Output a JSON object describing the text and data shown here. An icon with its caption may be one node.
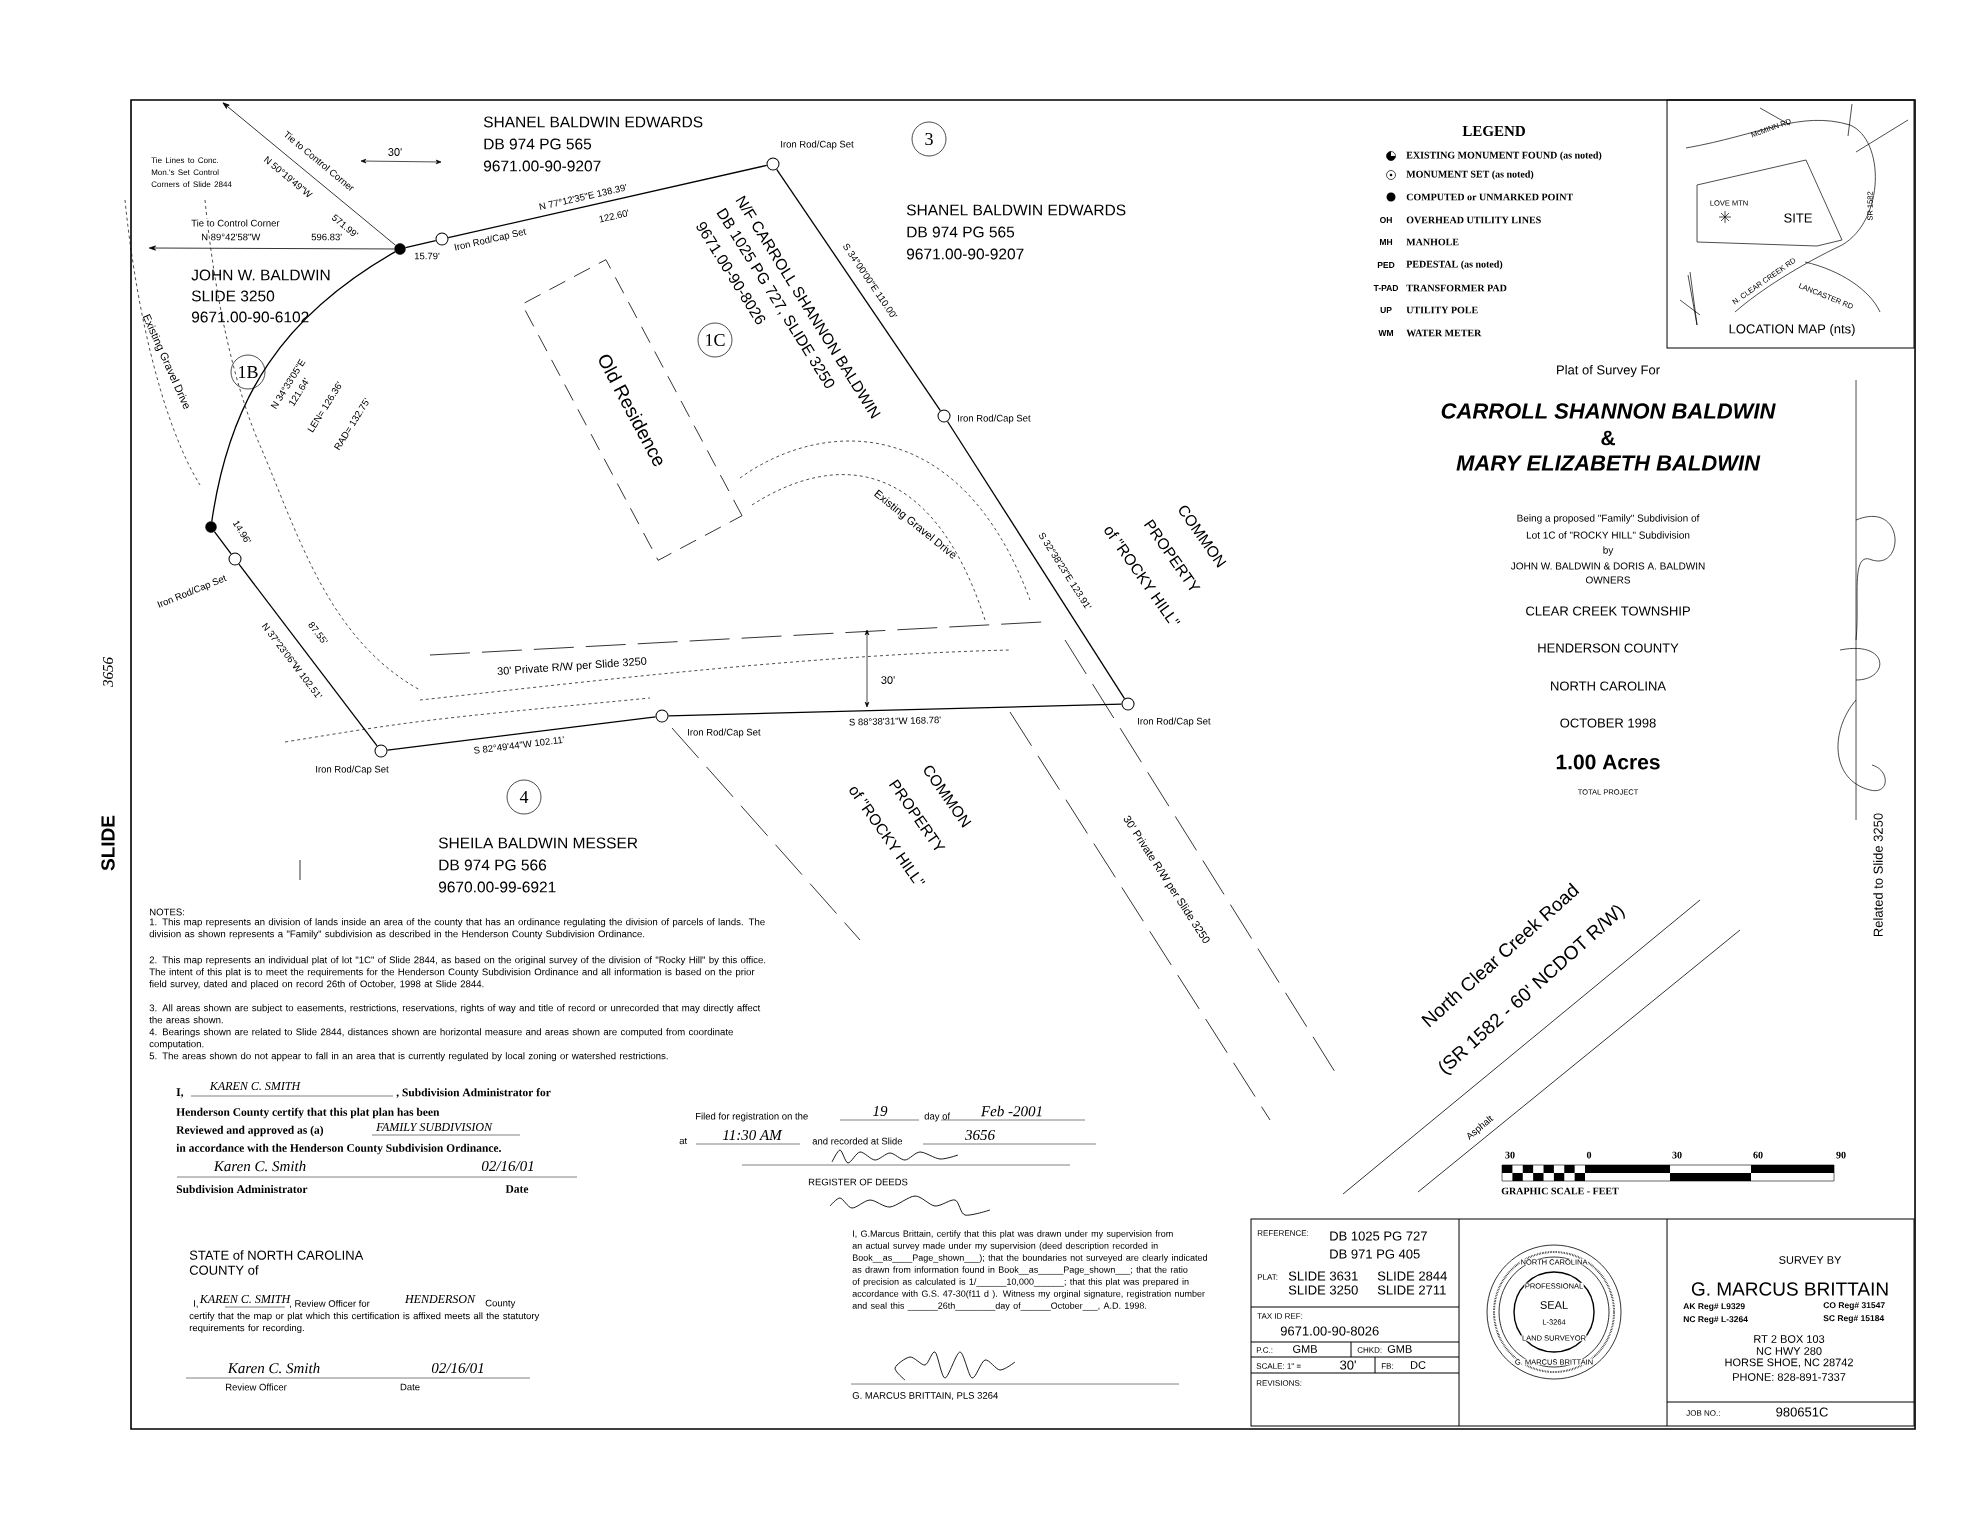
{
  "diagram": {
    "nodes": [
      {
        "text": [],
        "shape": "dot"
      },
      {
        "text": [],
        "shape": "circle",
        "beside": [
          "Iron Rod/Cap Set"
        ]
      },
      {
        "text": [],
        "shape": "circle",
        "beside": [
          "Iron Rod/Cap Set"
        ]
      },
      {
        "text": [],
        "shape": "circle",
        "beside": [
          "Iron Rod/Cap Set"
        ]
      },
      {
        "text": [],
        "shape": "circle",
        "beside": [
          "Iron Rod/Cap Set"
        ]
      },
      {
        "text": [],
        "shape": "circle",
        "beside": [
          "Iron Rod/Cap Set"
        ]
      },
      {
        "text": [],
        "shape": "circle",
        "beside": [
          "Iron Rod/Cap Set"
        ]
      },
      {
        "text": [],
        "shape": "circle",
        "beside": [
          "Iron Rod/Cap Set"
        ]
      },
      {
        "text": [],
        "shape": "dot"
      },
      {
        "text": [
          "3"
        ]
      },
      {
        "text": [
          "1B"
        ]
      },
      {
        "text": [
          "1C"
        ]
      },
      {
        "text": [
          "Old Residence"
        ]
      },
      {
        "text": [
          "4"
        ]
      },
      {
        "text": [
          "McMINN RD",
          "LOVE MTN",
          "SITE",
          "SR 1582",
          "N. CLEAR CREEK RD",
          "LANCASTER RD",
          "LOCATION MAP (nts)"
        ]
      },
      {
        "text": [
          "NORTH CAROLINA",
          "PROFESSIONAL",
          "SEAL",
          "L-3264",
          "LAND SURVEYOR",
          "G. MARCUS BRITTAIN"
        ]
      }
    ],
    "edges": [
      {
        "from": 0,
        "to": 1,
        "arrow": "none",
        "label": "15.79'"
      },
      {
        "from": 1,
        "to": 2,
        "arrow": "none",
        "label": "N 77°12'35\"E 138.39'"
      },
      {
        "from": 2,
        "to": 3,
        "arrow": "none",
        "label": "S 34°00'00\"E 110.00'"
      },
      {
        "from": 3,
        "to": 4,
        "arrow": "none",
        "label": "S 32°38'23\"E 123.91'"
      },
      {
        "from": 4,
        "to": 5,
        "arrow": "none",
        "label": "S 88°38'31\"W 168.78'"
      },
      {
        "from": 5,
        "to": 6,
        "arrow": "none",
        "label": "S 82°49'44\"W 102.11'"
      },
      {
        "from": 6,
        "to": 7,
        "arrow": "none",
        "label": "N 37°23'06\"W 102.51'"
      },
      {
        "from": 7,
        "to": 8,
        "arrow": "none",
        "label": "14.96'"
      },
      {
        "from": 8,
        "to": 0,
        "arrow": "none",
        "label": "LEN= 126.36'"
      },
      {
        "from": 0,
        "to": null,
        "arrow": "to",
        "label": "Tie to Control Corner"
      },
      {
        "from": 0,
        "to": null,
        "arrow": "to",
        "label": "Tie to Control Corner"
      }
    ],
    "labels": [
      "Tie Lines to Conc. Mon.'s Set Control Corners of Slide 2844",
      "N 50°19'49\"W",
      "571.99'",
      "N 89°42'58\"W",
      "596.83'",
      "30'",
      "SHANEL BALDWIN EDWARDS",
      "DB 974 PG 565",
      "9671.00-90-9207",
      "122.60'",
      "SHANEL BALDWIN EDWARDS",
      "DB 974 PG 565",
      "9671.00-90-9207",
      "JOHN W. BALDWIN",
      "SLIDE 3250",
      "9671.00-90-6102",
      "Existing Gravel Drive",
      "N 34°33'05\"E",
      "121.64'",
      "RAD= 132.75'",
      "N/F CARROLL SHANNON BALDWIN",
      "DB 1025 PG 727, SLIDE 3250",
      "9671.00-90-8026",
      "Existing Gravel Drive",
      "COMMON",
      "PROPERTY",
      "of \"ROCKY HILL\"",
      "30' Private R/W per Slide 3250",
      "87.55'",
      "30'",
      "COMMON",
      "PROPERTY",
      "of \"ROCKY HILL\"",
      "SHEILA BALDWIN MESSER",
      "DB 974 PG 566",
      "9670.00-99-6921",
      "30' Private R/W per Slide 3250",
      "North Clear Creek Road",
      "(SR 1582 - 60' NCDOT R/W)",
      "Asphalt",
      "SLIDE",
      "3656",
      "LEGEND",
      "OH",
      "MH",
      "PED",
      "T-PAD",
      "UP",
      "WM",
      "Plat of Survey For",
      "CARROLL SHANNON BALDWIN",
      "&",
      "MARY ELIZABETH BALDWIN",
      "Being a proposed \"Family\" Subdivision of",
      "Lot 1C of \"ROCKY HILL\" Subdivision",
      "by",
      "JOHN W. BALDWIN & DORIS A. BALDWIN",
      "OWNERS",
      "CLEAR CREEK TOWNSHIP",
      "HENDERSON COUNTY",
      "NORTH CAROLINA",
      "OCTOBER 1998",
      "1.00 Acres",
      "TOTAL PROJECT",
      "Related to Slide 3250",
      "NOTES:",
      "1. This map represents an division of lands inside an area of the county that has an ordinance regulating the division of parcels of lands. The division as shown represents a \"Family\" subdivision as described in the Henderson County Subdivision Ordinance.",
      "2. This map represents an individual plat of lot \"1C\" of Slide 2844, as based on the original survey of the division of \"Rocky Hill\" by this office. The intent of this plat is to meet the requirements for the Henderson County Subdivision Ordinance and all information is based on the prior field survey, dated and placed on record 26th of October, 1998 at Slide 2844.",
      "3. All areas shown are subject to easements, restrictions, reservations, rights of way and title of record or unrecorded that may directly affect the areas shown.",
      "4. Bearings shown are related to Slide 2844, distances shown are horizontal measure and areas shown are computed from coordinate computation.",
      "5. The areas shown do not appear to fall in an area that is currently regulated by local zoning or watershed restrictions.",
      "I,",
      "KAREN C. SMITH",
      ", Subdivision Administrator for",
      "Henderson County certify that this plat plan has been",
      "Reviewed and approved as (a)",
      "FAMILY SUBDIVISION",
      "in accordance with the Henderson County Subdivision Ordinance.",
      "Karen C. Smith",
      "02/16/01",
      "Subdivision Administrator",
      "Date",
      "Filed for registration on the",
      "19",
      "day of",
      "Feb -2001",
      "at",
      "11:30 AM",
      "and recorded at Slide",
      "3656",
      "REGISTER OF DEEDS",
      "STATE of NORTH CAROLINA",
      "COUNTY of",
      "I,",
      "KAREN C. SMITH",
      ", Review Officer for",
      "HENDERSON",
      "County",
      "certify that the map or plat which this certification is affixed meets all the statutory requirements for recording.",
      "Karen C. Smith",
      "02/16/01",
      "Review Officer",
      "Date",
      "I, G.Marcus Brittain, certify that this plat was drawn under my supervision from an actual survey made under my supervision (deed description recorded in Book__as____Page_shown___); that the boundaries not surveyed are clearly indicated as drawn from information found in Book__as_____Page_shown___; that the ratio of precision as calculated is 1/______10,000______; that this plat was prepared in accordance with G.S. 47-30(f11 d ). Witness my orginal signature, registration number and seal this ______26th________day of______October___, A.D. 1998.",
      "G. MARCUS BRITTAIN, PLS 3264",
      "30",
      "0",
      "30",
      "60",
      "90",
      "GRAPHIC SCALE - FEET",
      "REFERENCE:",
      "DB 1025 PG 727",
      "DB 971 PG 405",
      "PLAT:",
      "SLIDE 3631",
      "SLIDE 2844",
      "SLIDE 3250",
      "SLIDE 2711",
      "TAX ID REF:",
      "9671.00-90-8026",
      "P.C.:",
      "GMB",
      "CHKD:",
      "GMB",
      "SCALE: 1\" =",
      "30'",
      "FB:",
      "DC",
      "REVISIONS:",
      "SURVEY BY",
      "G. MARCUS BRITTAIN",
      "AK Reg# L9329",
      "CO Reg# 31547",
      "NC Reg# L-3264",
      "SC Reg# 15184",
      "RT 2 BOX 103",
      "NC HWY 280",
      "HORSE SHOE, NC 28742",
      "PHONE: 828-891-7337",
      "JOB NO.:",
      "980651C"
    ],
    "legend": [
      {
        "text": "EXISTING MONUMENT FOUND (as noted)"
      },
      {
        "text": "MONUMENT SET (as noted)"
      },
      {
        "text": "COMPUTED or UNMARKED POINT"
      },
      {
        "text": "OVERHEAD UTILITY LINES"
      },
      {
        "text": "MANHOLE"
      },
      {
        "text": "PEDESTAL (as noted)"
      },
      {
        "text": "TRANSFORMER PAD"
      },
      {
        "text": "UTILITY POLE"
      },
      {
        "text": "WATER METER"
      }
    ]
  }
}
